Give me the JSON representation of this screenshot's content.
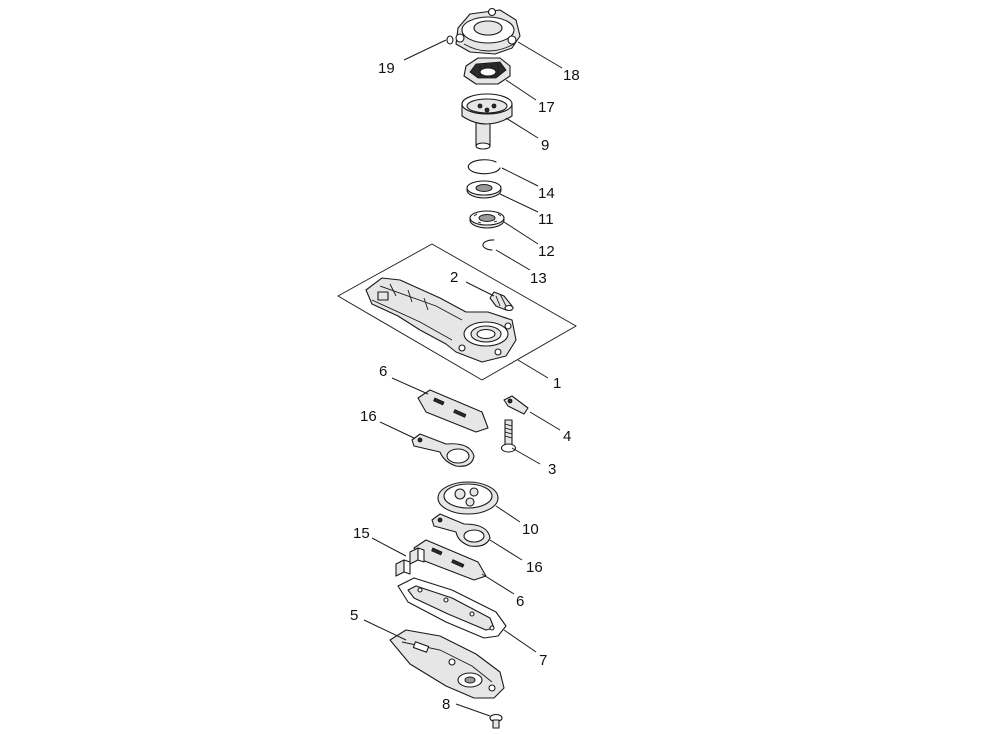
{
  "callouts": {
    "p1": "1",
    "p2": "2",
    "p3": "3",
    "p4": "4",
    "p5": "5",
    "p6a": "6",
    "p6b": "6",
    "p7": "7",
    "p8": "8",
    "p9": "9",
    "p10": "10",
    "p11": "11",
    "p12": "12",
    "p13": "13",
    "p14": "14",
    "p15": "15",
    "p16a": "16",
    "p16b": "16",
    "p17": "17",
    "p18": "18",
    "p19": "19"
  }
}
